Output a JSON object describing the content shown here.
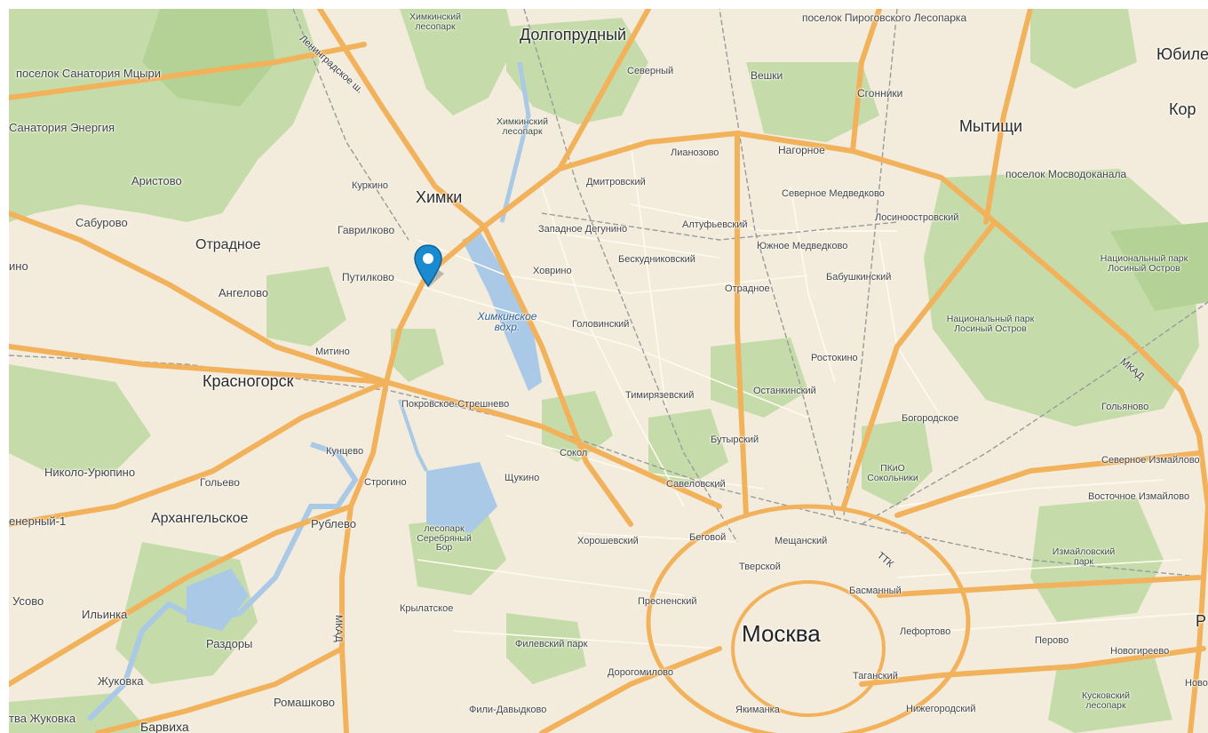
{
  "map": {
    "colors": {
      "background": "#f3ecdc",
      "forest": "#c5dcaa",
      "forest_dark": "#b4d295",
      "water": "#a9c9e6",
      "major_road": "#f2b25c",
      "minor_road": "#fffaf0",
      "railway": "#9a9a9a",
      "pin": "#1a8ad1"
    },
    "labels": {
      "moskva": "Москва",
      "khimki": "Химки",
      "dolgoprudny": "Долгопрудный",
      "mytishchi": "Мытищи",
      "krasnogorsk": "Красногорск",
      "otradnoe_w": "Отрадное",
      "arkhangelskoe": "Архангельское",
      "yubileiny": "Юбилей",
      "kor": "Кор",
      "p_edge": "Р",
      "khimki_vdkhr": "Химкинское вдхр.",
      "khimki_lesopark_n": "Химкинский лесопарк",
      "khimki_lesopark_c": "Химкинский лесопарк",
      "nat_park_1": "Национальный парк Лосиный Остров",
      "nat_park_2": "Национальный парк Лосиный Остров",
      "serebryany_bor": "лесопарк Серебряный Бор",
      "pkio_sokolniki": "ПКиО Сокольники",
      "izmailovsky_park": "Измайловский парк",
      "kuskovsky_lesopark": "Кусковский лесопарк",
      "filevsky_park": "Филевский парк",
      "leningradskoe_sh": "Ленинградское ш.",
      "mkad_e": "МКАД",
      "mkad_s": "МКАД",
      "ttk": "ТТК",
      "pos_sanatoriya_mtsyri": "поселок Санатория Мцыри",
      "sanatoriya_energiya": "Санатория Энергия",
      "aristovo": "Аристово",
      "saburovo": "Сабурово",
      "ino": "ино",
      "angelovo": "Ангелово",
      "nikolo_uryupino": "Николо-Урюпино",
      "energy_1": "енерный-1",
      "usovo": "Усово",
      "ilyinka": "Ильинка",
      "razdory": "Раздоры",
      "zhukovka": "Жуковка",
      "tva_zhukovka": "тва Жуковка",
      "barvikha": "Барвиха",
      "romashkovo": "Ромашково",
      "rublevo": "Рублево",
      "golyevo": "Гольево",
      "kurkino": "Куркино",
      "gavrilkovo": "Гаврилково",
      "putilkovo": "Путилково",
      "mitino": "Митино",
      "kuntsevo": "Кунцево",
      "strogino": "Строгино",
      "krylatskoe": "Крылатское",
      "fili_davydkovo": "Фили-Давыдково",
      "dorogomilovo": "Дорогомилово",
      "presnensky": "Пресненский",
      "khoroshevsky": "Хорошевский",
      "shchukino": "Щукино",
      "pokrovskoe_streshnevo": "Покровское-Стрешнево",
      "sokol": "Сокол",
      "begovoy": "Беговой",
      "savelovsky": "Савеловский",
      "tverskoy": "Тверской",
      "meshchansky": "Мещанский",
      "basmanny": "Басманный",
      "lefortovo": "Лефортово",
      "tagansky": "Таганский",
      "yakimanka": "Якиманка",
      "nizhegorodsky": "Нижегородский",
      "perovo": "Перово",
      "novogireevo": "Новогиреево",
      "novo_edge": "Ново",
      "vostochnoe_izmailovo": "Восточное Измайлово",
      "severnoe_izmailovo": "Северное Измайлово",
      "golyanovo": "Гольяново",
      "bogorodskoe": "Богородское",
      "rostokino": "Ростокино",
      "ostankinsky": "Останкинский",
      "butyrsky": "Бутырский",
      "timiryazevsky": "Тимирязевский",
      "golovinsky": "Головинский",
      "khovrino": "Ховрино",
      "zapadnoe_degunino": "Западное Дегунино",
      "dmitrovsky": "Дмитровский",
      "beskudnikovsky": "Бескудниковский",
      "altufyevsky": "Алтуфьевский",
      "lianozovo": "Лианозово",
      "severny": "Северный",
      "nagornoe": "Нагорное",
      "severnoe_medvedkovo": "Северное Медведково",
      "yuzhnoe_medvedkovo": "Южное Медведково",
      "otradnoe_e": "Отрадное",
      "babushkinsky": "Бабушкинский",
      "losinoostrovsky": "Лосиноостровский",
      "pos_mosvodokanala": "поселок Мосводоканала",
      "veshki": "Вешки",
      "sgonniki": "Сгонники",
      "pos_pirogovskogo": "поселок Пироговского Лесопарка"
    }
  }
}
